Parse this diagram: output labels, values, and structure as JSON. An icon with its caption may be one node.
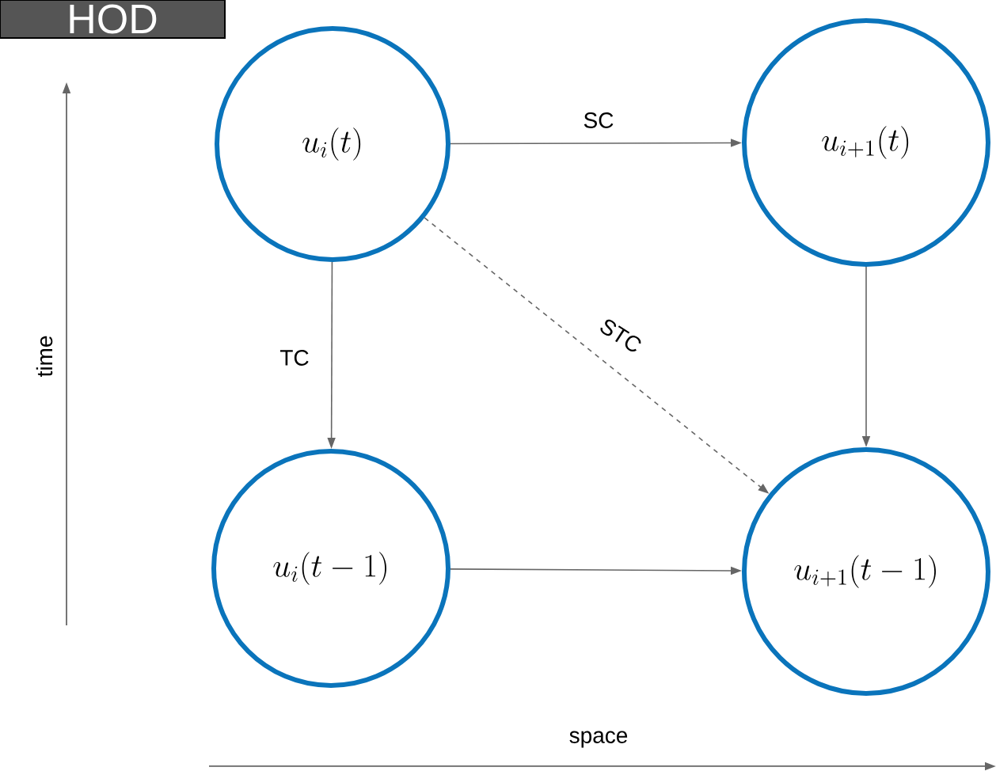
{
  "diagram": {
    "nodes": [
      {
        "text": [
          "HOD"
        ]
      },
      {
        "text": [
          "u_i(t)"
        ]
      },
      {
        "text": [
          "u_{i+1}(t)"
        ]
      },
      {
        "text": [
          "u_i(t-1)"
        ]
      },
      {
        "text": [
          "u_{i+1}(t-1)"
        ]
      }
    ],
    "edges": [
      {
        "from": 1,
        "to": 2,
        "arrow": "to",
        "label": "SC"
      },
      {
        "from": 1,
        "to": 3,
        "arrow": "to",
        "label": "TC"
      },
      {
        "from": 1,
        "to": 4,
        "arrow": "to",
        "label": "STC",
        "style": "dashed"
      },
      {
        "from": 2,
        "to": 4,
        "arrow": "to"
      },
      {
        "from": 3,
        "to": 4,
        "arrow": "to"
      }
    ],
    "labels": [
      "time",
      "space"
    ]
  }
}
